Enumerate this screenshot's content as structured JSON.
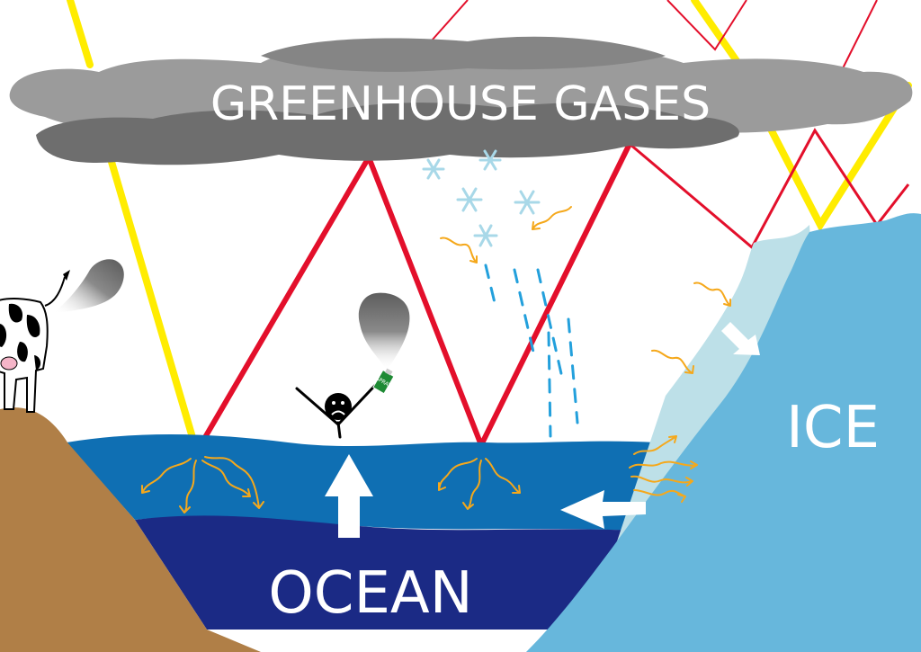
{
  "labels": {
    "greenhouse": "GREENHOUSE GASES",
    "ocean": "OCEAN",
    "ice": "ICE",
    "can": "SPRAY"
  },
  "colors": {
    "sunlight": "#ffec00",
    "infrared": "#e30f2b",
    "heat": "#f5a81b",
    "cloud_dark": "#6e6e6e",
    "cloud_light": "#9b9b9b",
    "ocean_surface": "#0f6fb3",
    "ocean_deep": "#1b2a85",
    "ice": "#67b7dc",
    "meltwater_ice": "#bde0e8",
    "land": "#b07f47",
    "rain": "#23a0dc",
    "snow": "#a8d8e8"
  },
  "icons": [
    "cloud-icon",
    "cow-icon",
    "person-icon",
    "spray-can-icon",
    "smoke-icon",
    "snowflake-icon",
    "arrow-icon",
    "heat-squiggle-icon"
  ]
}
